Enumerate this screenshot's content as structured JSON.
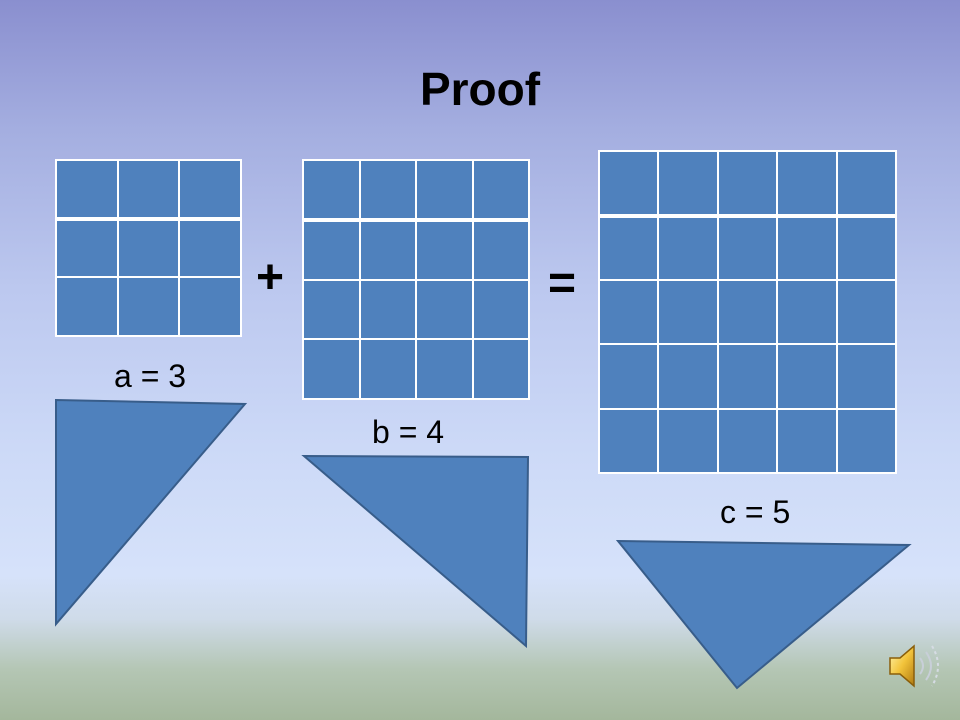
{
  "title": "Proof",
  "operators": {
    "plus": "+",
    "equals": "="
  },
  "squares": [
    {
      "id": "a",
      "label": "a = 3",
      "side": 3
    },
    {
      "id": "b",
      "label": "b = 4",
      "side": 4
    },
    {
      "id": "c",
      "label": "c = 5",
      "side": 5
    }
  ],
  "colors": {
    "fill": "#4f81bd",
    "stroke": "#385d8a",
    "grid_line": "#ffffff"
  },
  "icons": {
    "audio": "speaker-icon"
  }
}
